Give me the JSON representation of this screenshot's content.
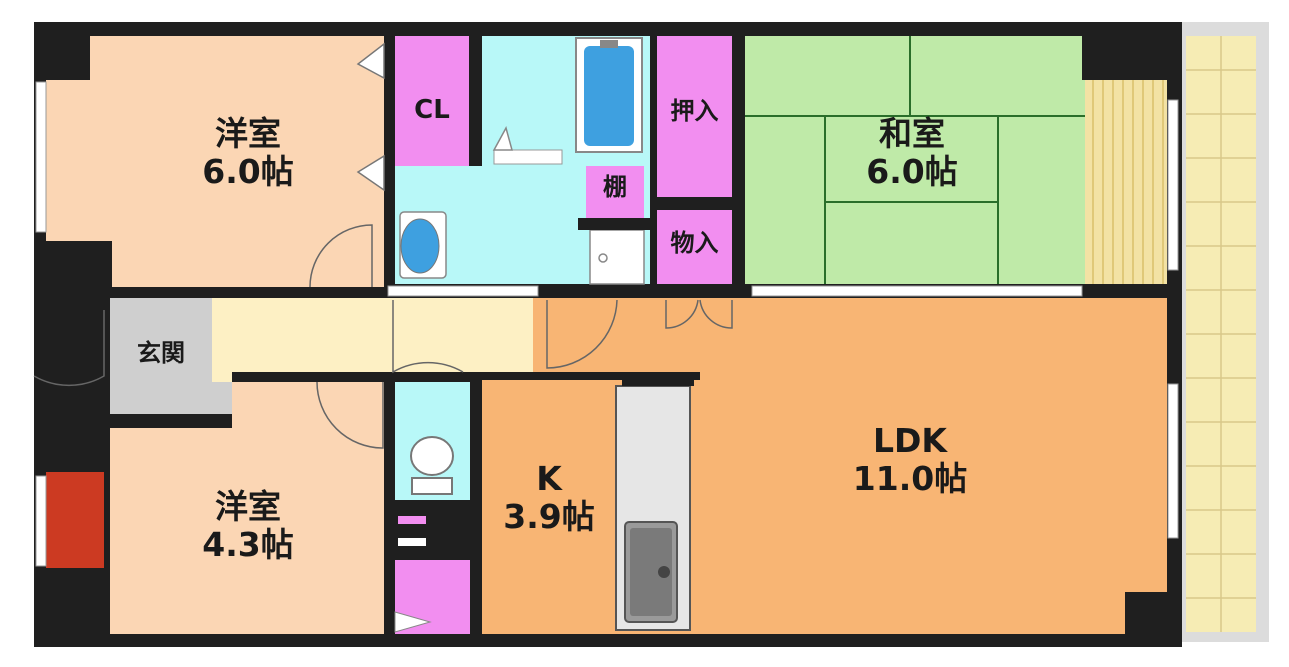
{
  "rooms": {
    "western_room_1": {
      "name": "洋室",
      "size": "6.0帖"
    },
    "western_room_2": {
      "name": "洋室",
      "size": "4.3帖"
    },
    "japanese_room": {
      "name": "和室",
      "size": "6.0帖"
    },
    "ldk": {
      "name": "LDK",
      "size": "11.0帖"
    },
    "kitchen": {
      "name": "K",
      "size": "3.9帖"
    }
  },
  "storage": {
    "closet": "CL",
    "oshiire": "押入",
    "monoire": "物入",
    "shelf": "棚"
  },
  "entrance": "玄関",
  "colors": {
    "western_room": "#fbd6b4",
    "japanese_room": "#bfeaa8",
    "ldk": "#f8b574",
    "hall": "#fdf0c4",
    "wet_area": "#b8f8f8",
    "storage": "#f28ef0",
    "entrance": "#cfcfcf",
    "balcony": "#f6ecb4",
    "wall": "#1f1f1f",
    "accent_red": "#cc3a22"
  }
}
